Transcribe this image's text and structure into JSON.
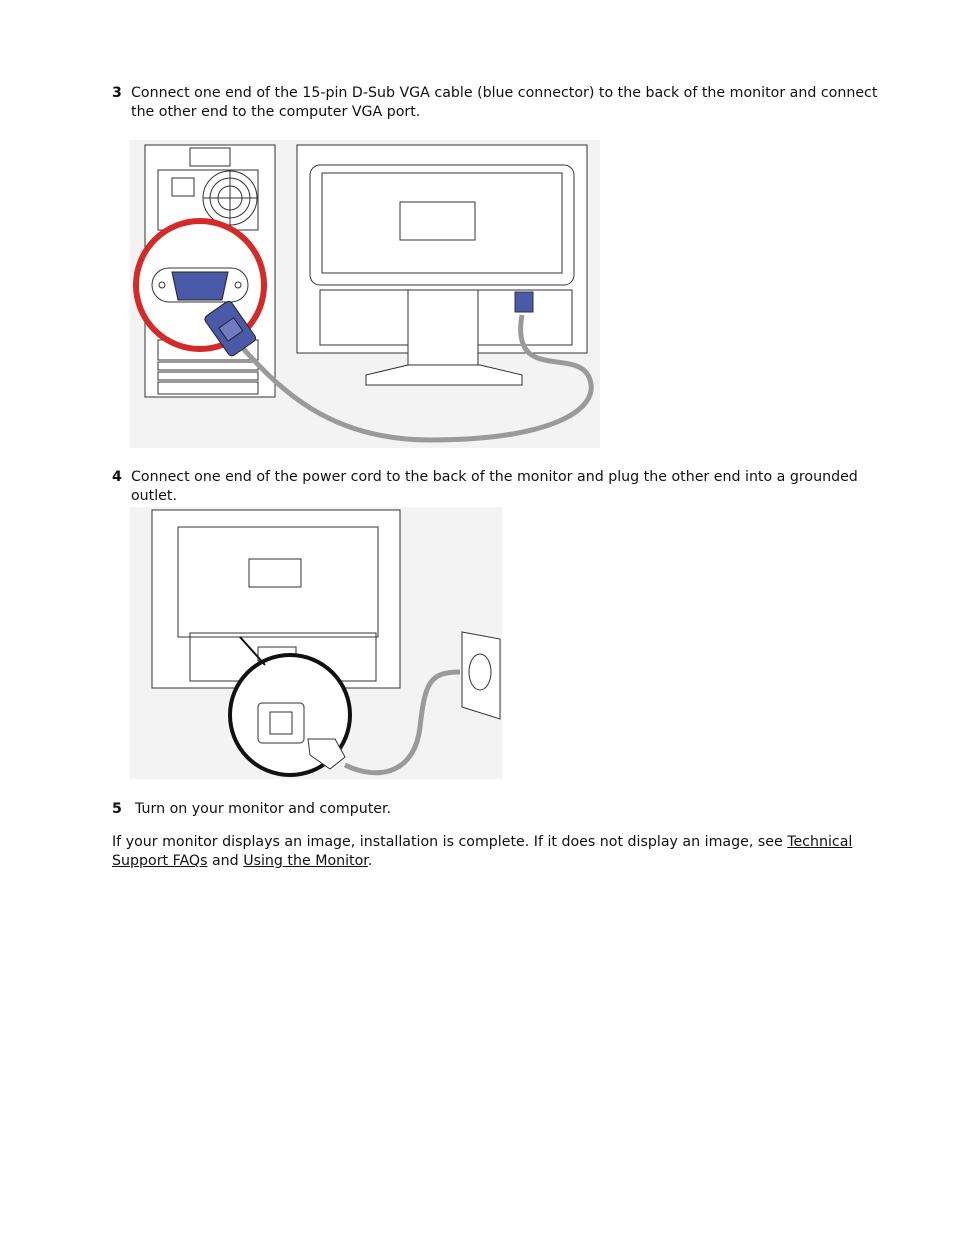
{
  "steps": [
    {
      "number": "3",
      "text": "Connect one end of the 15-pin D-Sub VGA cable (blue connector) to the back of the monitor and connect the other end to the computer VGA port."
    },
    {
      "number": "4",
      "text": "Connect one end of the power cord to the back of the monitor and plug the other end into a grounded outlet."
    },
    {
      "number": "5",
      "text": "Turn on your monitor and computer."
    }
  ],
  "closing": {
    "before": "If your monitor displays an image, installation is complete. If it does not display an image, see ",
    "link1": "Technical Support FAQs",
    "middle": " and ",
    "link2": "Using the Monitor",
    "after": "."
  },
  "colors": {
    "vga_connector": "#4b5aa8",
    "callout_ring": "#d42a2a",
    "cable": "#9a9a9a",
    "line_art": "#333333"
  }
}
